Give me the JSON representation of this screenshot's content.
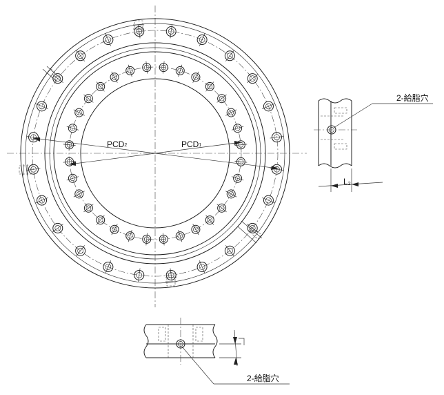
{
  "labels": {
    "pcd_outer": "PCD",
    "pcd_outer_sub": "1",
    "pcd_inner": "PCD",
    "pcd_inner_sub": "2",
    "grease_hole_right": "2-給脂穴",
    "grease_hole_bottom": "2-給脂穴",
    "dim_l2": "L",
    "dim_l2_sub": "2"
  },
  "bolt_patterns": {
    "outer_ring_holes": 24,
    "inner_ring_holes": 32
  }
}
